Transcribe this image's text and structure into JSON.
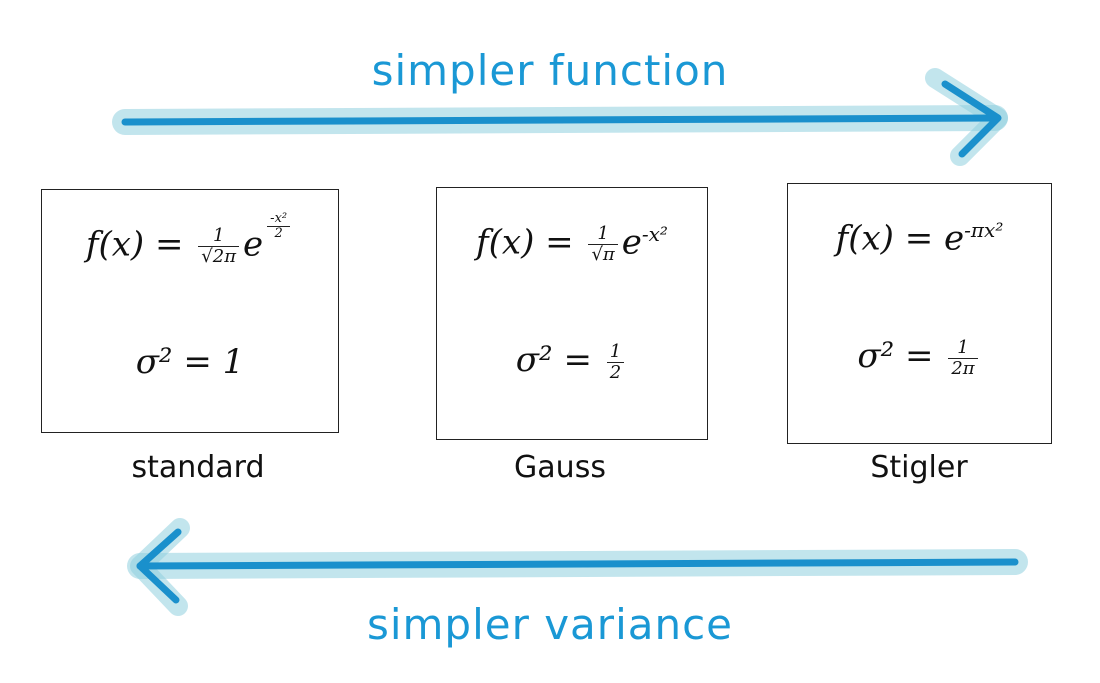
{
  "top_arrow": {
    "label": "simpler function"
  },
  "bottom_arrow": {
    "label": "simpler variance"
  },
  "boxes": [
    {
      "name": "standard",
      "formula": {
        "lhs": "f(x) = ",
        "coef_num": "1",
        "coef_den": "√2π",
        "base": "e",
        "exp_num": "-x²",
        "exp_den": "2"
      },
      "variance": {
        "lhs": "σ² = ",
        "value": "1"
      }
    },
    {
      "name": "Gauss",
      "formula": {
        "lhs": "f(x) = ",
        "coef_num": "1",
        "coef_den": "√π",
        "base": "e",
        "exp": "-x²"
      },
      "variance": {
        "lhs": "σ² = ",
        "num": "1",
        "den": "2"
      }
    },
    {
      "name": "Stigler",
      "formula": {
        "lhs": "f(x) = ",
        "base": "e",
        "exp": "-πx²"
      },
      "variance": {
        "lhs": "σ² = ",
        "num": "1",
        "den": "2π"
      }
    }
  ],
  "colors": {
    "arrow": "#1a90cc",
    "arrow_glow": "#8fd0df",
    "caption": "#1a98d5"
  }
}
